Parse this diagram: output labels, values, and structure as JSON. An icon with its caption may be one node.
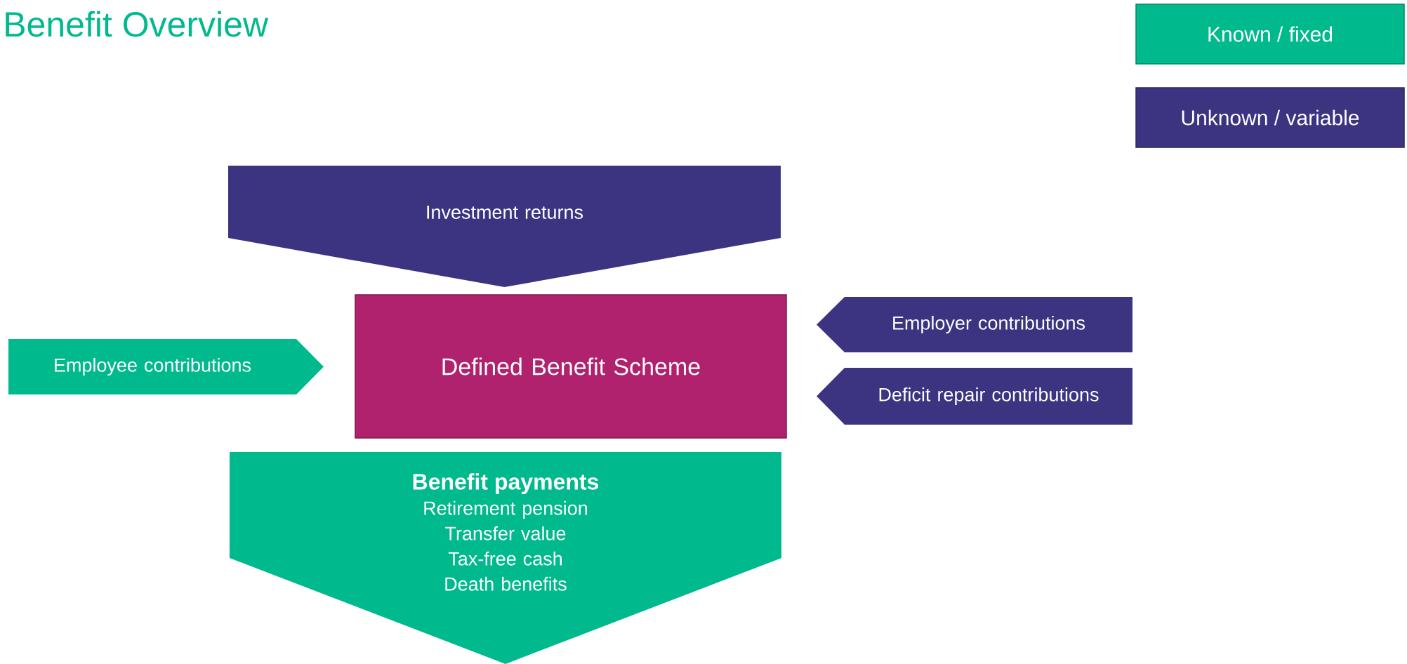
{
  "diagram": {
    "title": "Benefit Overview",
    "nodes": [
      {
        "text": [
          "Investment returns"
        ]
      },
      {
        "text": [
          "Employee contributions"
        ]
      },
      {
        "text": [
          "Defined Benefit Scheme"
        ]
      },
      {
        "text": [
          "Employer contributions"
        ]
      },
      {
        "text": [
          "Deficit repair contributions"
        ]
      },
      {
        "text": [
          "Benefit payments",
          "Retirement pension",
          "Transfer value",
          "Tax-free cash",
          "Death benefits"
        ]
      }
    ],
    "edges": [],
    "legend": [
      {
        "text": "Known / fixed",
        "color": "#00b98d"
      },
      {
        "text": "Unknown / variable",
        "color": "#3c3480"
      }
    ]
  }
}
